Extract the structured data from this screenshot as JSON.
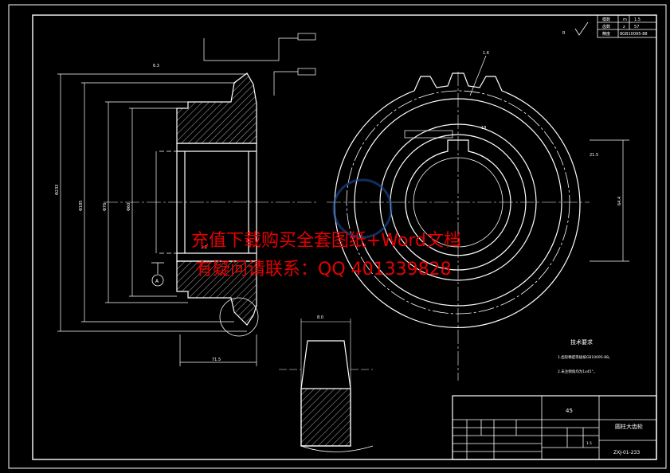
{
  "title_block": {
    "material": "45",
    "part_name": "圆柱大齿轮",
    "drawing_no": "ZXJ-01-233",
    "scale": "1:1"
  },
  "param_table": {
    "rows": [
      [
        "模数",
        "m",
        "1.5"
      ],
      [
        "齿数",
        "z",
        "57"
      ],
      [
        "精度",
        "8",
        "8GB10095-88"
      ]
    ]
  },
  "tech_requirements": {
    "heading": "技术要求",
    "items": [
      "1.齿轮精度等级按GB10095-88。",
      "2.未注倒角均为1x45°。"
    ]
  },
  "dims": {
    "left_height": "Φ233",
    "inner_bore": "Φ185",
    "hub_dia": "Φ76",
    "bore_dia": "Φ60",
    "width": "71.5",
    "tooth_width": "8.0",
    "keyway": "21.5",
    "right_dim": "64.4",
    "datum": "A",
    "roughness1": "6.3",
    "roughness2": "3.2",
    "roughness3": "1.6",
    "keyway_w": "18"
  },
  "watermark": {
    "line1": "充值下载购买全套图纸+Word文档",
    "line2": "有疑问请联系：QQ 401339828"
  }
}
